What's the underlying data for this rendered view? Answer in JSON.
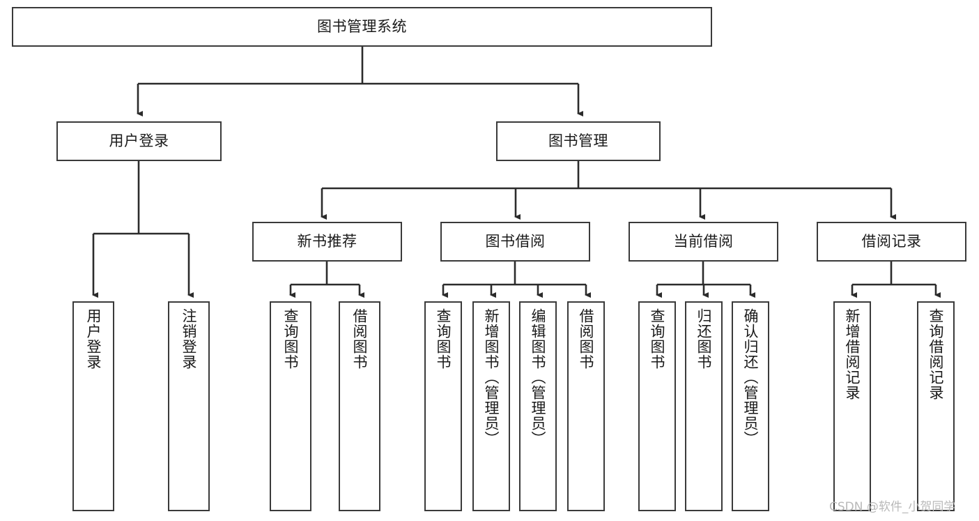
{
  "diagram": {
    "title": "图书管理系统",
    "type": "hierarchy-tree",
    "theme": {
      "background": "#ffffff",
      "box_border": "#3a3a3a",
      "connector": "#2b2b2b",
      "text": "#1a1a1a",
      "watermark": "#b9b9b9"
    },
    "root": {
      "label": "图书管理系统"
    },
    "level2": [
      {
        "label": "用户登录"
      },
      {
        "label": "图书管理"
      }
    ],
    "level3": [
      {
        "label": "新书推荐"
      },
      {
        "label": "图书借阅"
      },
      {
        "label": "当前借阅"
      },
      {
        "label": "借阅记录"
      }
    ],
    "leaves": {
      "user_login": [
        {
          "label": "用户登录"
        },
        {
          "label": "注销登录"
        }
      ],
      "new_book_recommend": [
        {
          "label": "查询图书"
        },
        {
          "label": "借阅图书"
        }
      ],
      "book_borrow": [
        {
          "label": "查询图书"
        },
        {
          "label": "新增图书（管理员）"
        },
        {
          "label": "编辑图书（管理员）"
        },
        {
          "label": "借阅图书"
        }
      ],
      "current_borrow": [
        {
          "label": "查询图书"
        },
        {
          "label": "归还图书"
        },
        {
          "label": "确认归还（管理员）"
        }
      ],
      "borrow_record": [
        {
          "label": "新增借阅记录"
        },
        {
          "label": "查询借阅记录"
        }
      ]
    }
  },
  "watermark": {
    "text": "CSDN @软件_小贺同学"
  }
}
